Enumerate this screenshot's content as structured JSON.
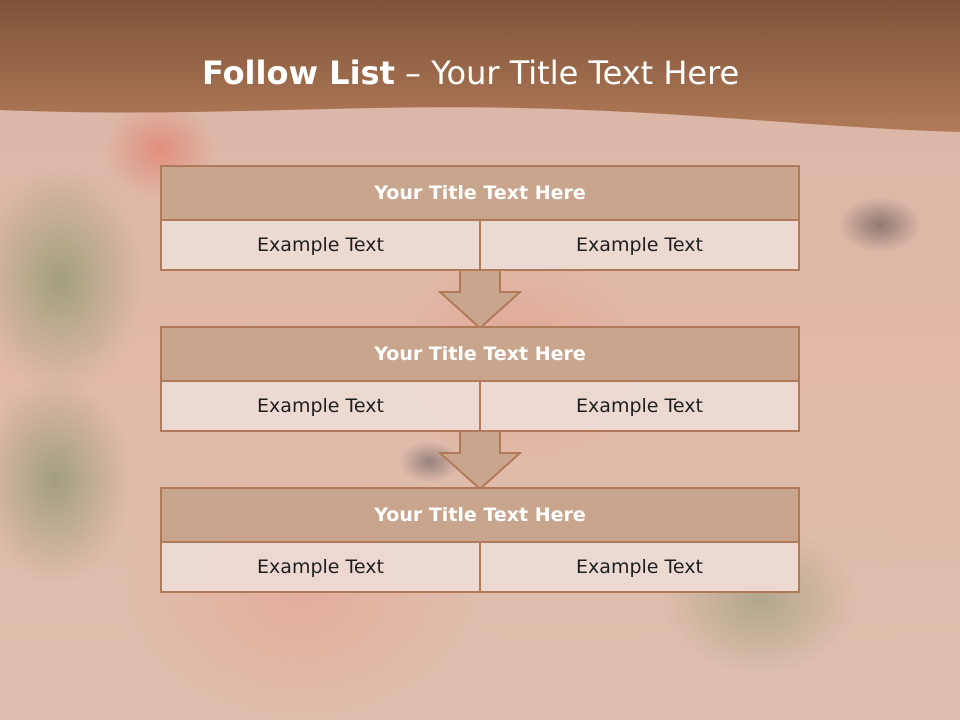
{
  "title": {
    "bold": "Follow List",
    "rest": " – Your Title Text Here"
  },
  "blocks": [
    {
      "heading": "Your Title Text Here",
      "left": "Example Text",
      "right": "Example Text"
    },
    {
      "heading": "Your Title Text Here",
      "left": "Example Text",
      "right": "Example Text"
    },
    {
      "heading": "Your Title Text Here",
      "left": "Example Text",
      "right": "Example Text"
    }
  ],
  "colors": {
    "header_band": "#8a5a3e",
    "box_fill": "#c9a58d",
    "box_border": "#b07a5a",
    "cell_fill": "#ecdad4"
  }
}
